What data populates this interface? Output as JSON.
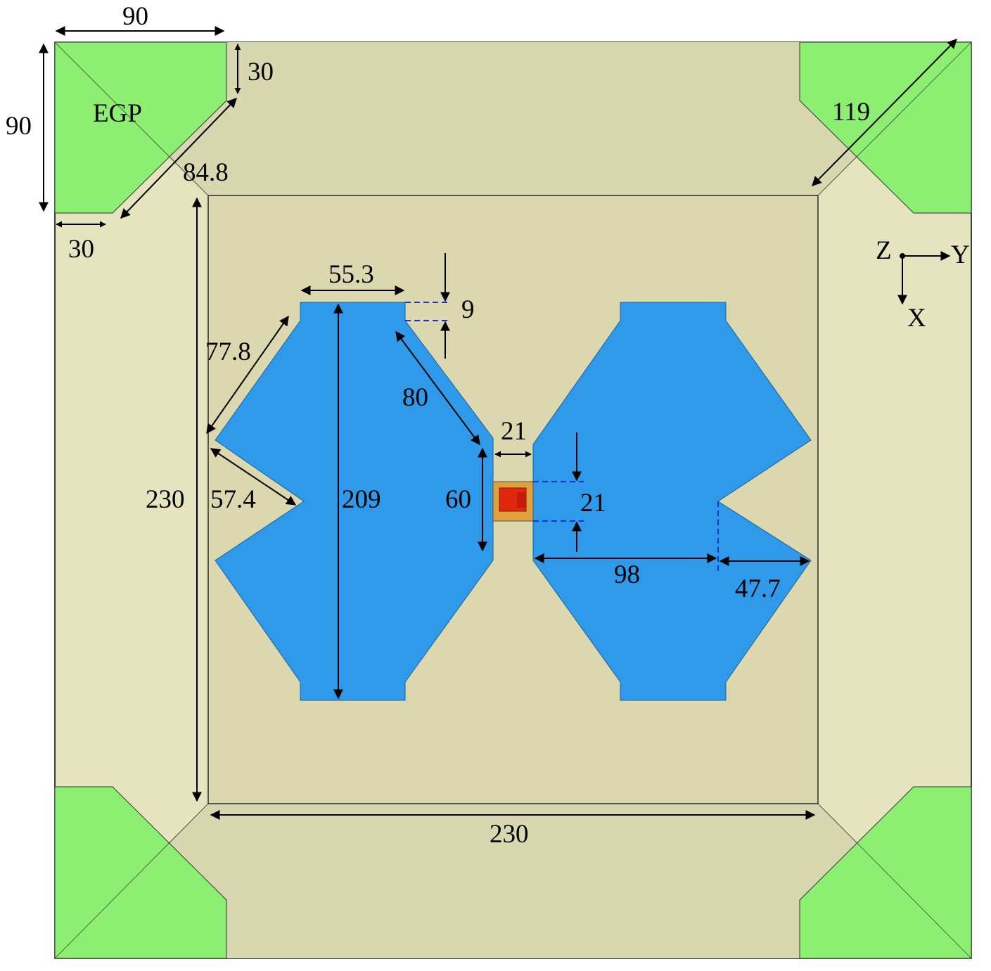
{
  "labels": {
    "egp": "EGP",
    "axis_z": "Z",
    "axis_y": "Y",
    "axis_x": "X"
  },
  "dimensions": {
    "egp_width": "90",
    "egp_height": "90",
    "egp_notch_vertical": "30",
    "egp_notch_horizontal": "30",
    "egp_bevel": "84.8",
    "corner_diagonal": "119",
    "inner_height": "230",
    "inner_width": "230",
    "patch_top_width": "55.3",
    "patch_step": "9",
    "patch_outer_edge": "77.8",
    "patch_inner_edge": "80",
    "patch_notch_edge": "57.4",
    "patch_length": "209",
    "gap": "21",
    "feed_edge": "60",
    "feed_width": "21",
    "patch_span": "98",
    "notch_depth": "47.7"
  },
  "colors": {
    "background": "#ffffff",
    "substrate_outer": "#e4e5bf",
    "substrate_trapezoid": "#d7d8b0",
    "inner_square": "#dbd8b0",
    "egp": "#8cef72",
    "patch": "#2f9aea",
    "feed_outer": "#dea13b",
    "feed_inner": "#e2270e",
    "guide_dashed": "#1f2fd6"
  }
}
